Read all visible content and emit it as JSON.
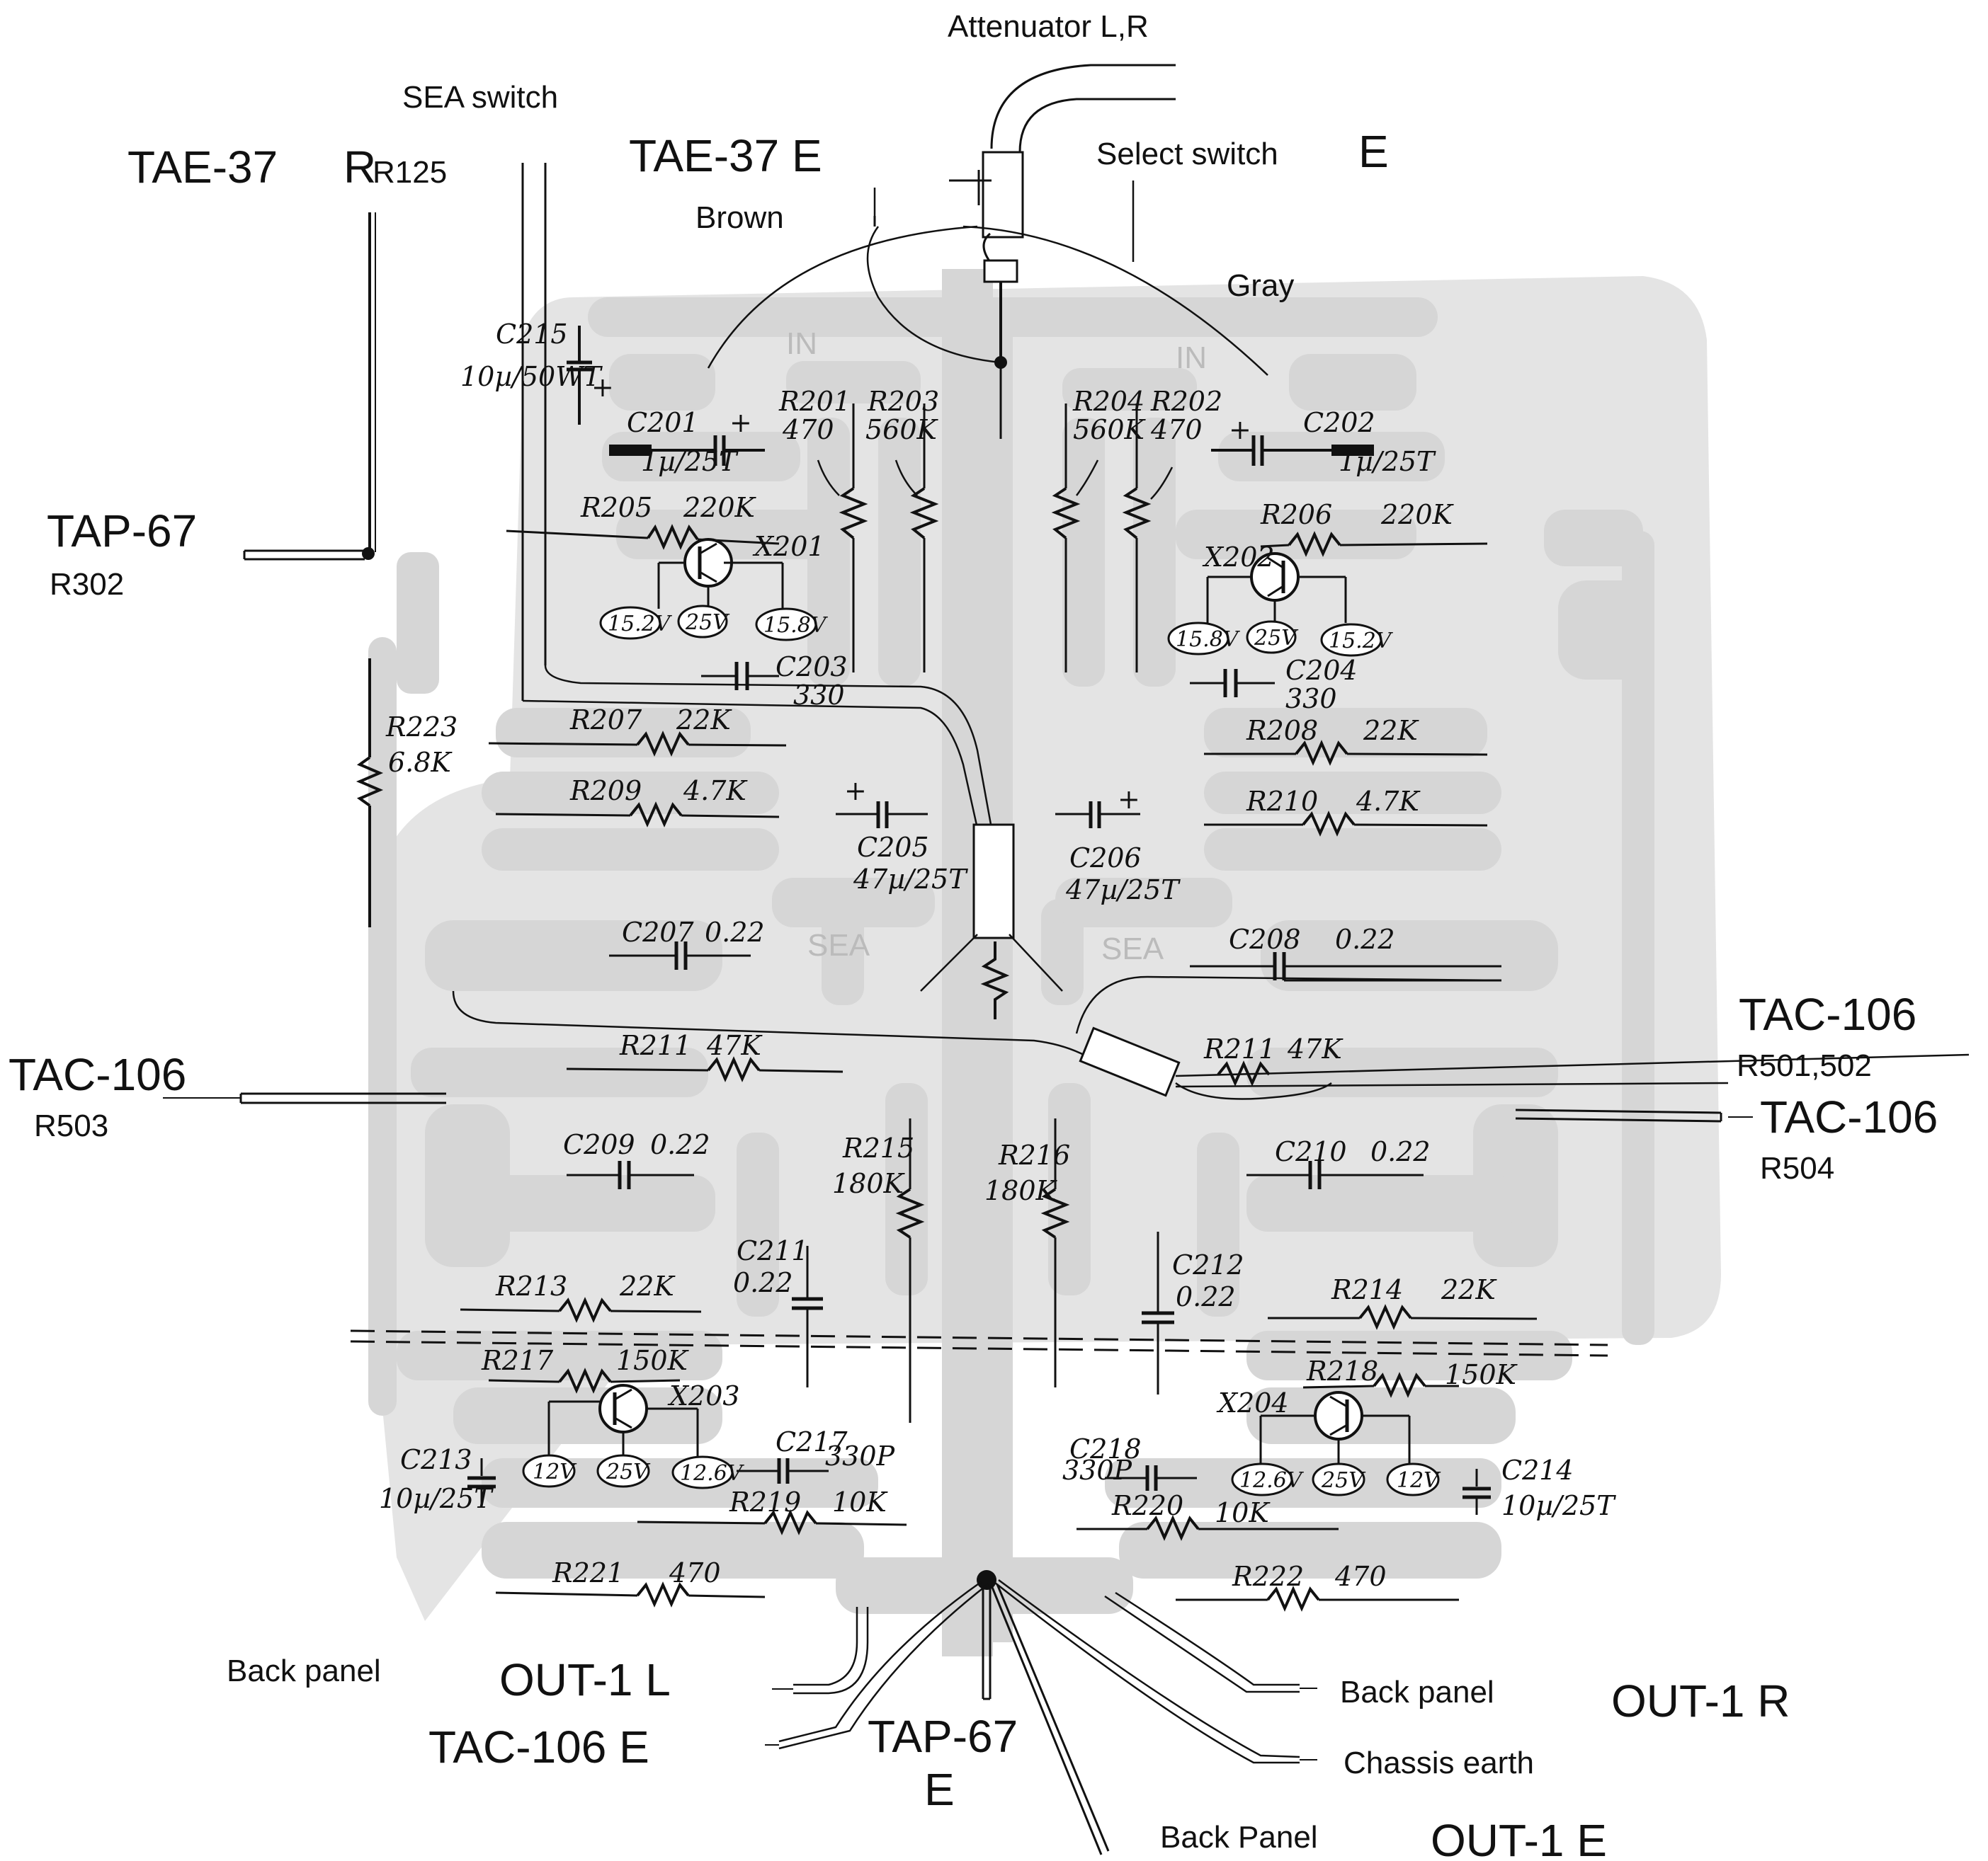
{
  "labels": {
    "attenuator": "Attenuator L,R",
    "sea_switch": "SEA switch",
    "tae37_r125": "TAE-37",
    "tae37_r125_sub": "R125",
    "tae37_e": "TAE-37 E",
    "select_switch": "Select switch",
    "select_switch_e": "E",
    "brown": "Brown",
    "gray": "Gray",
    "tap67_r302": "TAP-67",
    "tap67_r302_sub": "R302",
    "tac106_left": "TAC-106",
    "tac106_left_sub": "R503",
    "tac106_r501": "TAC-106",
    "tac106_r501_sub": "R501,502",
    "tac106_r504": "TAC-106",
    "tac106_r504_sub": "R504",
    "back_panel_l": "Back panel",
    "out1_l": "OUT-1 L",
    "tac106_e": "TAC-106 E",
    "tap67_e": "TAP-67",
    "tap67_e_sub": "E",
    "back_panel_r": "Back panel",
    "out1_r": "OUT-1 R",
    "chassis_earth": "Chassis earth",
    "back_panel_e": "Back Panel",
    "out1_e": "OUT-1 E",
    "pcb_in_left": "IN",
    "pcb_in_right": "IN",
    "pcb_sea_left": "SEA",
    "pcb_sea_right": "SEA"
  },
  "components": {
    "c215": "C215",
    "c215_val": "10µ/50WT",
    "c201": "C201",
    "c201_val": "1µ/25T",
    "r201": "R201",
    "r201_val": "470",
    "r203": "R203",
    "r203_val": "560K",
    "r204": "R204",
    "r204_val": "560K",
    "r202": "R202",
    "r202_val": "470",
    "c202": "C202",
    "c202_val": "1µ/25T",
    "r205": "R205",
    "r205_val": "220K",
    "x201": "X201",
    "r206": "R206",
    "r206_val": "220K",
    "x202": "X202",
    "c203": "C203",
    "c203_val": "330",
    "c204": "C204",
    "c204_val": "330",
    "r223": "R223",
    "r223_val": "6.8K",
    "r207": "R207",
    "r207_val": "22K",
    "r208": "R208",
    "r208_val": "22K",
    "r209": "R209",
    "r209_val": "4.7K",
    "r210": "R210",
    "r210_val": "4.7K",
    "c205": "C205",
    "c205_val": "47µ/25T",
    "c206": "C206",
    "c206_val": "47µ/25T",
    "c207": "C207",
    "c207_val": "0.22",
    "c208": "C208",
    "c208_val": "0.22",
    "r211_left": "R211",
    "r211_left_val": "47K",
    "r211_right": "R211",
    "r211_right_val": "47K",
    "c209": "C209",
    "c209_val": "0.22",
    "c210": "C210",
    "c210_val": "0.22",
    "r215": "R215",
    "r215_val": "180K",
    "r216": "R216",
    "r216_val": "180K",
    "c211": "C211",
    "c211_val": "0.22",
    "c212": "C212",
    "c212_val": "0.22",
    "r213": "R213",
    "r213_val": "22K",
    "r214": "R214",
    "r214_val": "22K",
    "r217": "R217",
    "r217_val": "150K",
    "x203": "X203",
    "r218": "R218",
    "r218_val": "150K",
    "x204": "X204",
    "c213": "C213",
    "c213_val": "10µ/25T",
    "c214": "C214",
    "c214_val": "10µ/25T",
    "c217": "C217",
    "c217_val": "330P",
    "c218": "C218",
    "c218_val": "330P",
    "r219": "R219",
    "r219_val": "10K",
    "r220": "R220",
    "r220_val": "10K",
    "r221": "R221",
    "r221_val": "470",
    "r222": "R222",
    "r222_val": "470"
  },
  "voltages": {
    "x201_a": "15.2V",
    "x201_b": "25V",
    "x201_c": "15.8V",
    "x202_a": "15.8V",
    "x202_b": "25V",
    "x202_c": "15.2V",
    "x203_a": "12V",
    "x203_b": "25V",
    "x203_c": "12.6V",
    "x204_a": "12.6V",
    "x204_b": "25V",
    "x204_c": "12V"
  }
}
